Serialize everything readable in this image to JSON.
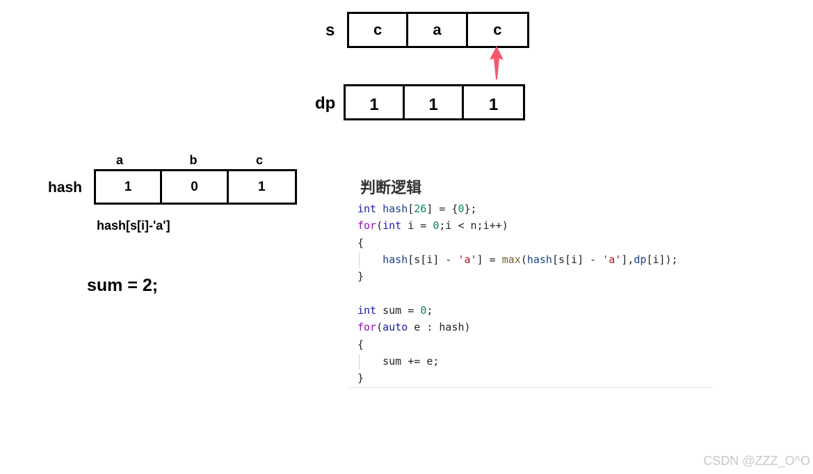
{
  "s": {
    "label": "s",
    "cells": [
      "c",
      "a",
      "c"
    ]
  },
  "dp": {
    "label": "dp",
    "cells": [
      "1",
      "1",
      "1"
    ]
  },
  "hash": {
    "label": "hash",
    "keys": [
      "a",
      "b",
      "c"
    ],
    "cells": [
      "1",
      "0",
      "1"
    ],
    "caption": "hash[s[i]-'a']"
  },
  "sum_text": "sum = 2;",
  "code": {
    "title": "判断逻辑",
    "lines": [
      "int hash[26] = {0};",
      "for(int i = 0;i < n;i++)",
      "{",
      "    hash[s[i] - 'a'] = max(hash[s[i] - 'a'],dp[i]);",
      "}",
      "",
      "int sum = 0;",
      "for(auto e : hash)",
      "{",
      "    sum += e;",
      "}"
    ]
  },
  "colors": {
    "arrow": "#f5576c",
    "border": "#000000"
  },
  "watermark": "CSDN @ZZZ_O^O"
}
